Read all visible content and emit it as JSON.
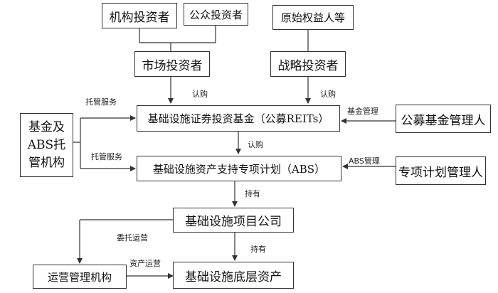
{
  "boxes": {
    "institutional_investors": "机构投资者",
    "public_investors": "公众投资者",
    "original_equity_holders": "原始权益人等",
    "market_investors": "市场投资者",
    "strategic_investors": "战略投资者",
    "custodian_line1": "基金及",
    "custodian_line2": "ABS托",
    "custodian_line3": "管机构",
    "reits_fund": "基础设施证券投资基金（公募REITs）",
    "public_fund_manager": "公募基金管理人",
    "abs_plan": "基础设施资产支持专项计划（ABS）",
    "plan_manager": "专项计划管理人",
    "project_company": "基础设施项目公司",
    "operations_agency": "运营管理机构",
    "underlying_assets": "基础设施底层资产"
  },
  "labels": {
    "custody_service_1": "托管服务",
    "custody_service_2": "托管服务",
    "subscribe_1": "认购",
    "subscribe_2": "认购",
    "subscribe_3": "认购",
    "fund_management": "基金管理",
    "abs_management": "ABS管理",
    "hold_1": "持有",
    "hold_2": "持有",
    "entrusted_operation": "委托运营",
    "asset_operation": "资产运营"
  },
  "colors": {
    "line": "#333333",
    "text": "#111111"
  }
}
